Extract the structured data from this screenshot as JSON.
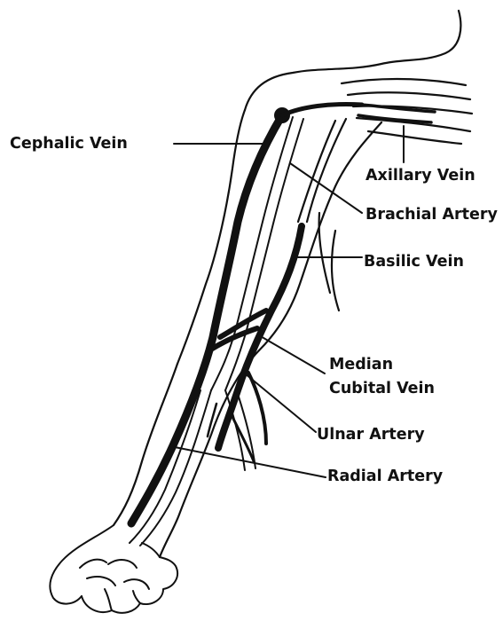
{
  "labels": {
    "cephalic_vein": "Cephalic Vein",
    "axillary_vein": "Axillary Vein",
    "brachial_artery": "Brachial Artery",
    "basilic_vein": "Basilic Vein",
    "median_cubital_vein_line1": "Median",
    "median_cubital_vein_line2": "Cubital Vein",
    "ulnar_artery": "Ulnar Artery",
    "radial_artery": "Radial Artery"
  },
  "colors": {
    "ink": "#111111",
    "background": "#ffffff"
  }
}
